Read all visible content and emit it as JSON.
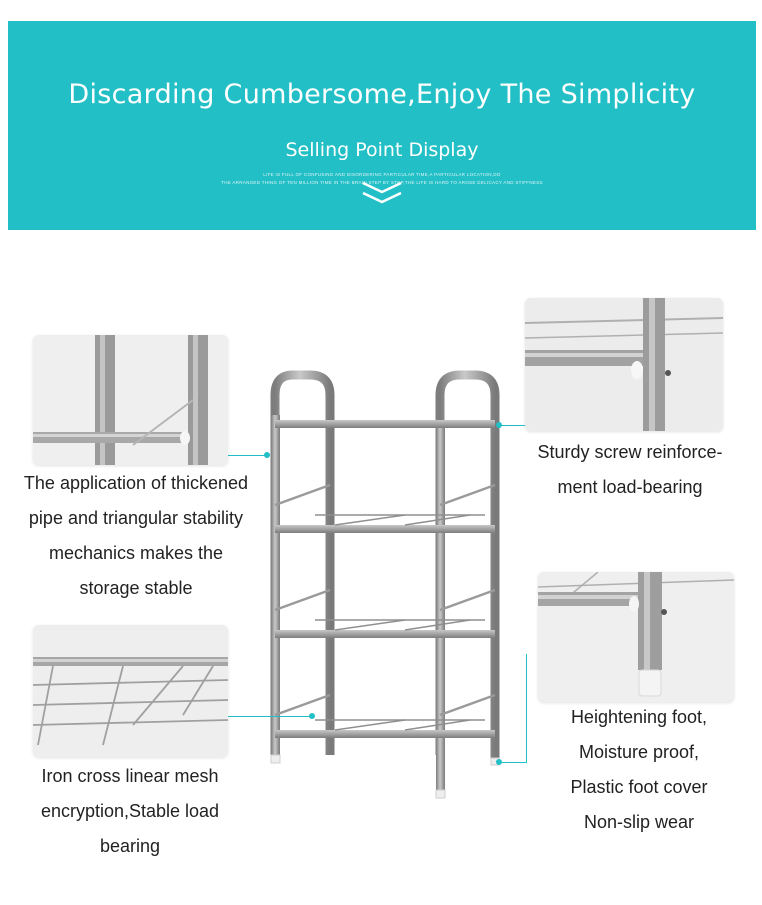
{
  "banner": {
    "title": "Discarding Cumbersome,Enjoy The Simplicity",
    "subtitle": "Selling Point Display",
    "small_line_1": "LIFE IS FULL OF CONFUSING AND DISORDERING PARTICULAR TIME,A PARTICULAR LOCATION,DO",
    "small_line_2": "THE ARRANGED THING OF TEN MILLION TIME IN THE BRAIN,STEP BY STEP,THE LIFE IS HARD TO AROSE DELICACY AND STIFFNESS",
    "icon": "double-chevron-down-icon",
    "background": "#22bfc6"
  },
  "features": [
    {
      "id": "thickened-pipe",
      "lines": [
        "The application of thickened",
        "pipe and triangular stability",
        "mechanics makes the",
        "storage stable"
      ]
    },
    {
      "id": "screw-reinforcement",
      "lines": [
        "Sturdy screw reinforce-",
        "ment load-bearing"
      ]
    },
    {
      "id": "mesh",
      "lines": [
        "Iron cross linear mesh",
        "encryption,Stable load",
        "bearing"
      ]
    },
    {
      "id": "foot",
      "lines": [
        "Heightening foot,",
        "Moisture proof,",
        "Plastic foot cover",
        "Non-slip wear"
      ]
    }
  ],
  "colors": {
    "accent": "#22bfc6",
    "metal": "#9a9a9a",
    "text": "#222222"
  }
}
